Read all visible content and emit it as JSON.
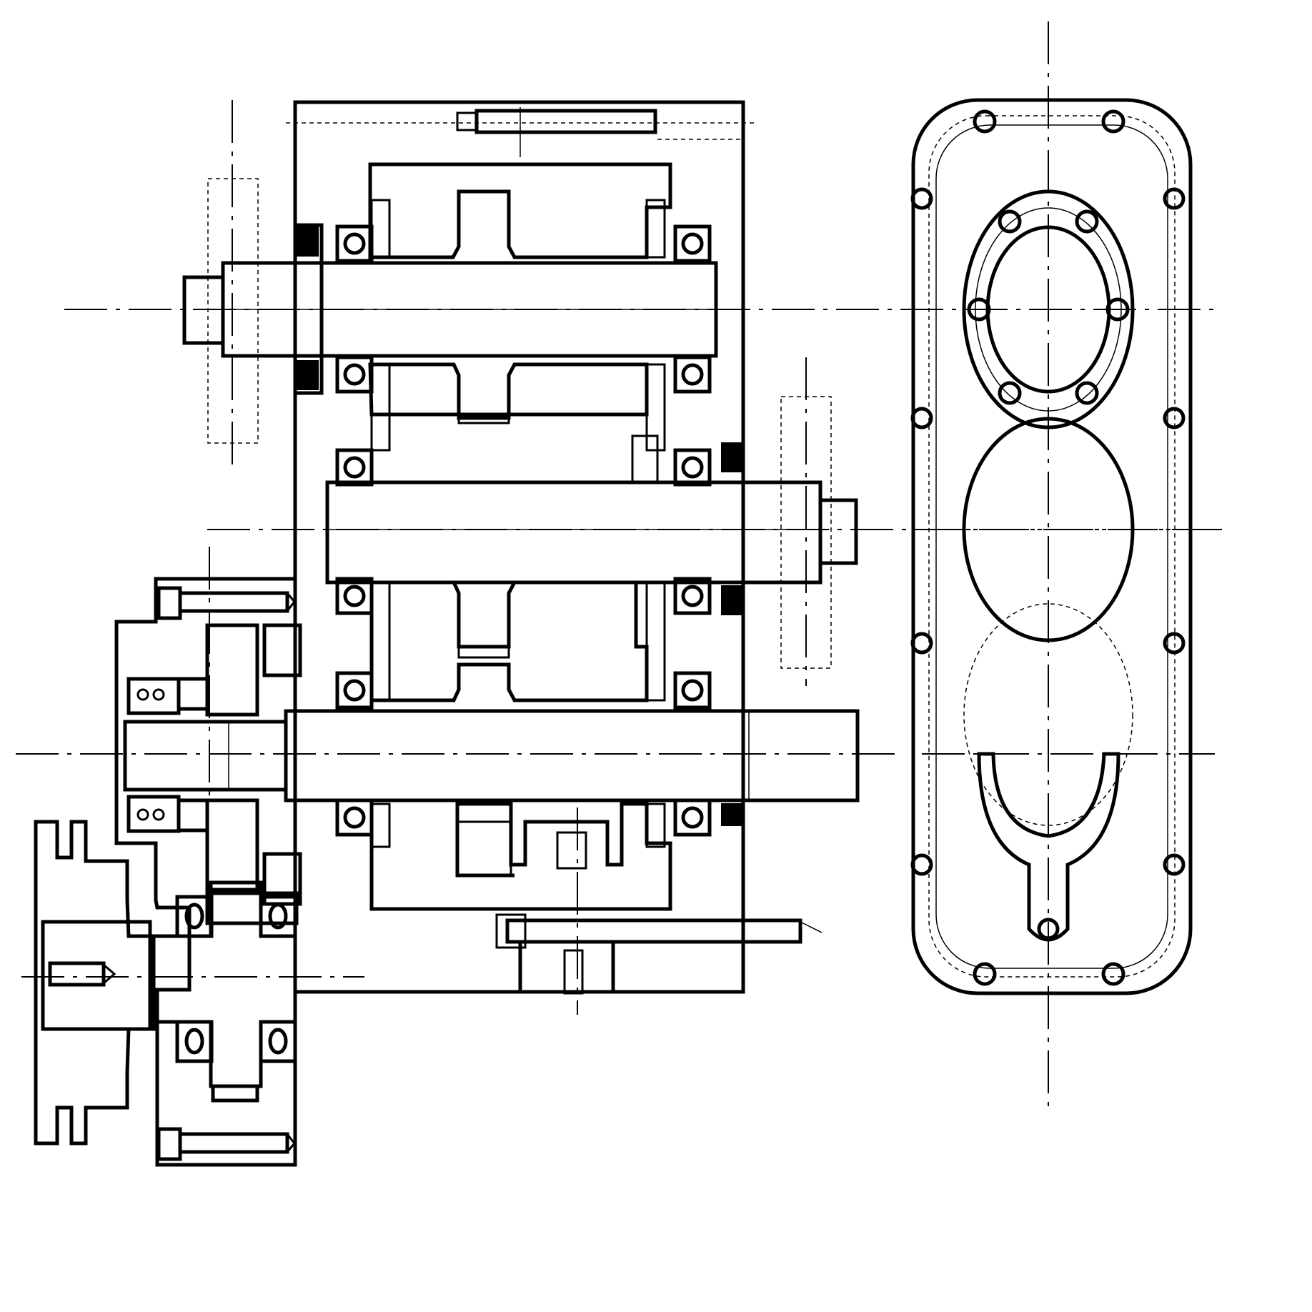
{
  "drawing": {
    "type": "mechanical-engineering-drawing",
    "views": [
      "gearbox-section-view",
      "gearbox-end-view"
    ],
    "colors": {
      "ink": "#000000",
      "paper": "#ffffff"
    },
    "text": []
  }
}
